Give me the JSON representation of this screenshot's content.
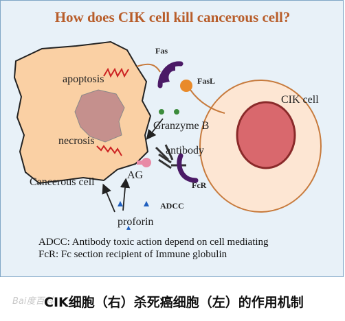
{
  "figure": {
    "title": "How does CIK cell kill cancerous cell?",
    "labels": {
      "fas": "Fas",
      "fasl": "FasL",
      "cik_cell": "CIK cell",
      "apoptosis": "apoptosis",
      "granzyme": "Granzyme B",
      "necrosis": "necrosis",
      "antibody": "antibody",
      "ag": "AG",
      "cancerous_cell": "Cancerous cell",
      "fcr": "FcR",
      "adcc": "ADCC",
      "proforin": "proforin"
    },
    "notes": {
      "adcc": "ADCC: Antibody toxic action depend on cell mediating",
      "fcr": "FcR: Fc section recipient of Immune globulin"
    },
    "colors": {
      "cancer_cell": "#fad0a4",
      "nucleus_cancer": "#c5908d",
      "cik_cell": "#fde6d3",
      "cik_nucleus": "#d9686d",
      "receptor": "#4b1a66",
      "fasl": "#e98a2a",
      "granule": "#3c8c3c",
      "zigzag": "#cc2222",
      "title": "#b85d2a"
    }
  },
  "caption": {
    "text": "CIK细胞（右）杀死癌细胞（左）的作用机制",
    "watermark": "Bai度百科"
  }
}
